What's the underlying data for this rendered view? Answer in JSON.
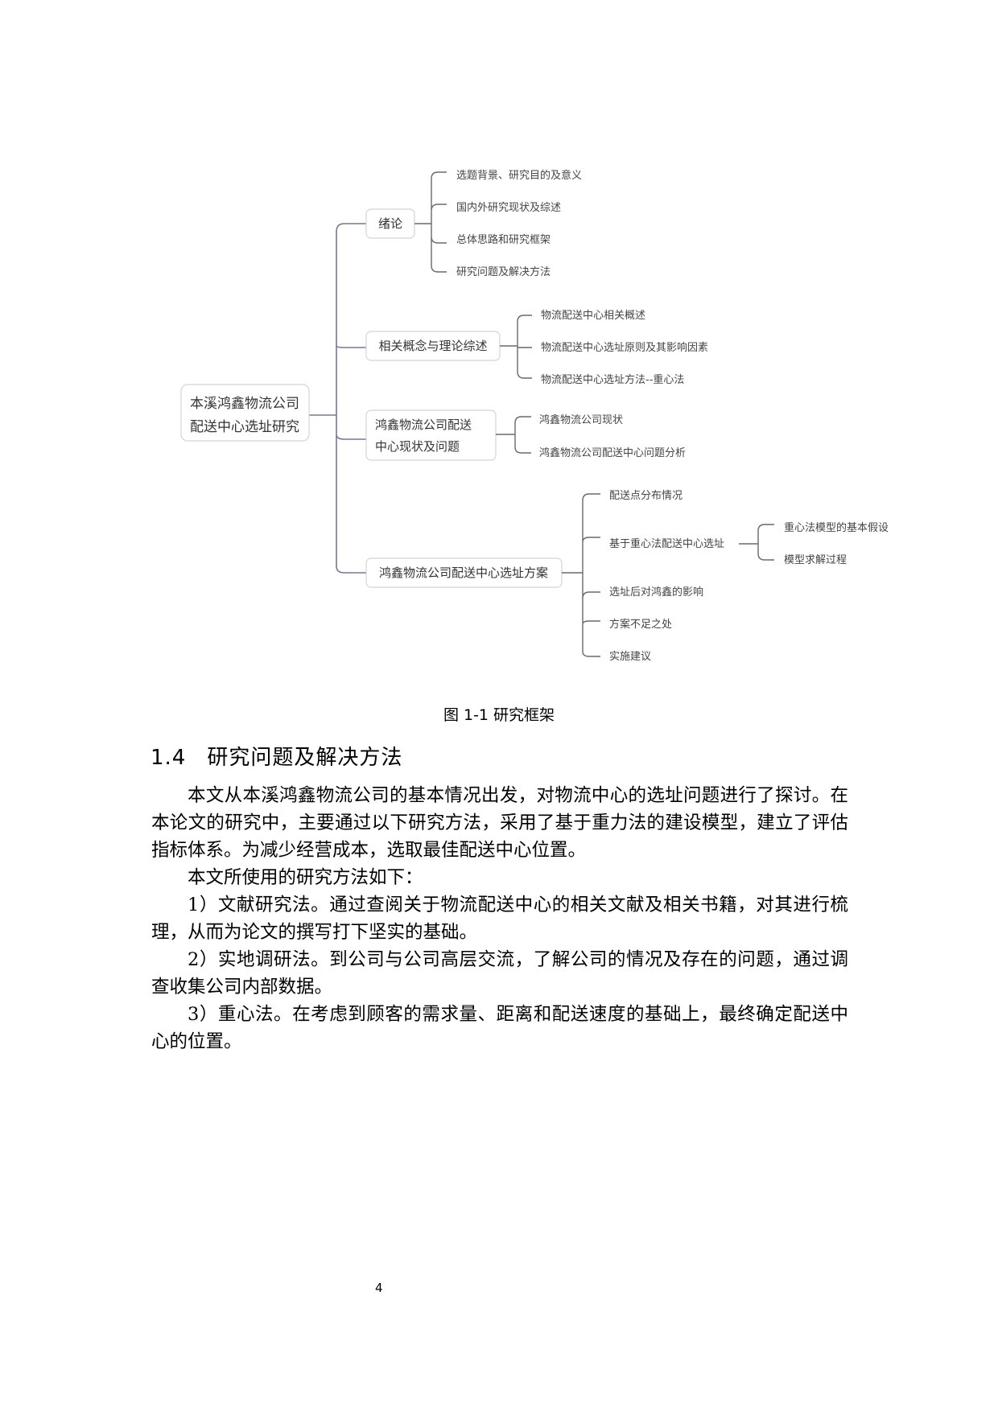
{
  "figure": {
    "root": {
      "lines": [
        "本溪鸿鑫物流公司",
        "配送中心选址研究"
      ]
    },
    "branches": [
      {
        "label_lines": [
          "绪论"
        ],
        "children": [
          {
            "label": "选题背景、研究目的及意义"
          },
          {
            "label": "国内外研究现状及综述"
          },
          {
            "label": "总体思路和研究框架"
          },
          {
            "label": "研究问题及解决方法"
          }
        ]
      },
      {
        "label_lines": [
          "相关概念与理论综述"
        ],
        "children": [
          {
            "label": "物流配送中心相关概述"
          },
          {
            "label": "物流配送中心选址原则及其影响因素"
          },
          {
            "label": "物流配送中心选址方法--重心法"
          }
        ]
      },
      {
        "label_lines": [
          "鸿鑫物流公司配送",
          "中心现状及问题"
        ],
        "children": [
          {
            "label": "鸿鑫物流公司现状"
          },
          {
            "label": "鸿鑫物流公司配送中心问题分析"
          }
        ]
      },
      {
        "label_lines": [
          "鸿鑫物流公司配送中心选址方案"
        ],
        "children": [
          {
            "label": "配送点分布情况"
          },
          {
            "label": "基于重心法配送中心选址",
            "children": [
              {
                "label": "重心法模型的基本假设"
              },
              {
                "label": "模型求解过程"
              }
            ]
          },
          {
            "label": "选址后对鸿鑫的影响"
          },
          {
            "label": "方案不足之处"
          },
          {
            "label": "实施建议"
          }
        ]
      }
    ],
    "caption": "图 1-1 研究框架",
    "colors": {
      "trunk": "#7a7597",
      "branch": "#6a6a6a",
      "box_border": "#d4d4d4"
    }
  },
  "section": {
    "number": "1.4",
    "title": "研究问题及解决方法"
  },
  "paragraphs": [
    "本文从本溪鸿鑫物流公司的基本情况出发，对物流中心的选址问题进行了探讨。在本论文的研究中，主要通过以下研究方法，采用了基于重力法的建设模型，建立了评估指标体系。为减少经营成本，选取最佳配送中心位置。",
    "本文所使用的研究方法如下：",
    "1）文献研究法。通过查阅关于物流配送中心的相关文献及相关书籍，对其进行梳理，从而为论文的撰写打下坚实的基础。",
    "2）实地调研法。到公司与公司高层交流，了解公司的情况及存在的问题，通过调查收集公司内部数据。",
    "3）重心法。在考虑到顾客的需求量、距离和配送速度的基础上，最终确定配送中心的位置。"
  ],
  "page_number": "4"
}
